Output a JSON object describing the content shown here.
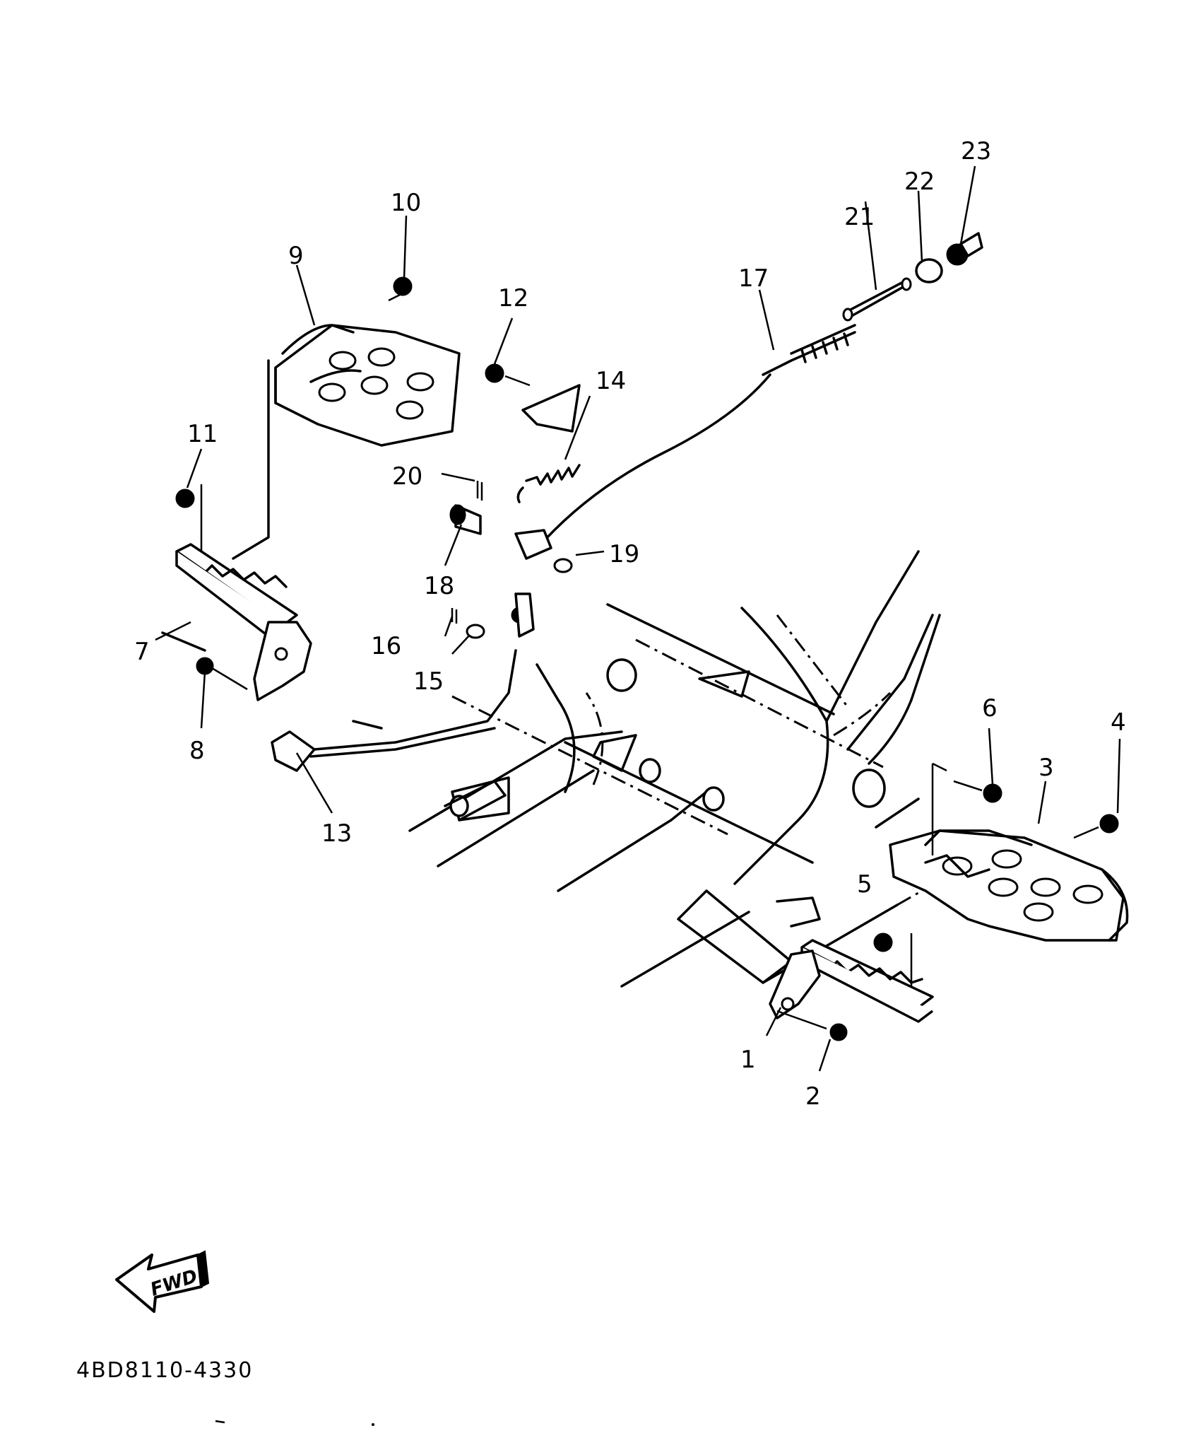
{
  "diagram": {
    "part_labels": [
      {
        "id": "1",
        "text": "1"
      },
      {
        "id": "2",
        "text": "2"
      },
      {
        "id": "3",
        "text": "3"
      },
      {
        "id": "4",
        "text": "4"
      },
      {
        "id": "5",
        "text": "5"
      },
      {
        "id": "6",
        "text": "6"
      },
      {
        "id": "7",
        "text": "7"
      },
      {
        "id": "8",
        "text": "8"
      },
      {
        "id": "9",
        "text": "9"
      },
      {
        "id": "10",
        "text": "10"
      },
      {
        "id": "11",
        "text": "11"
      },
      {
        "id": "12",
        "text": "12"
      },
      {
        "id": "13",
        "text": "13"
      },
      {
        "id": "14",
        "text": "14"
      },
      {
        "id": "15",
        "text": "15"
      },
      {
        "id": "16",
        "text": "16"
      },
      {
        "id": "17",
        "text": "17"
      },
      {
        "id": "18",
        "text": "18"
      },
      {
        "id": "19",
        "text": "19"
      },
      {
        "id": "20",
        "text": "20"
      },
      {
        "id": "21",
        "text": "21"
      },
      {
        "id": "22",
        "text": "22"
      },
      {
        "id": "23",
        "text": "23"
      }
    ],
    "direction_indicator": "FWD",
    "drawing_code": "4BD8110-4330"
  }
}
